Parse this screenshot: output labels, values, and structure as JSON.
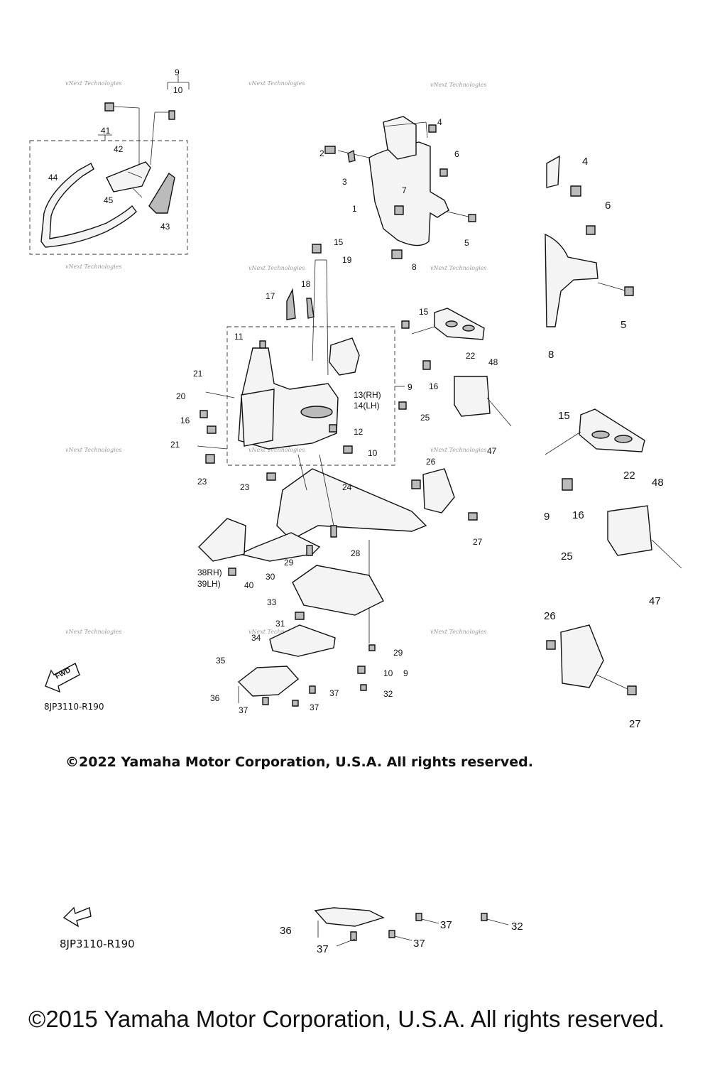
{
  "diagram": {
    "callouts": {
      "c1": "1",
      "c2": "2",
      "c3": "3",
      "c4": "4",
      "c5": "5",
      "c6": "6",
      "c7": "7",
      "c8": "8",
      "c9": "9",
      "c10": "10",
      "c11": "11",
      "c12": "12",
      "c13": "13(RH)",
      "c14": "14(LH)",
      "c15": "15",
      "c16": "16",
      "c17": "17",
      "c18": "18",
      "c19": "19",
      "c20": "20",
      "c21": "21",
      "c22": "22",
      "c23": "23",
      "c24": "24",
      "c25": "25",
      "c26": "26",
      "c27": "27",
      "c28": "28",
      "c29": "29",
      "c30": "30",
      "c31": "31",
      "c32": "32",
      "c33": "33",
      "c34": "34",
      "c35": "35",
      "c36": "36",
      "c37": "37",
      "c38": "38RH)",
      "c39": "39LH)",
      "c40": "40",
      "c41": "41",
      "c42": "42",
      "c43": "43",
      "c44": "44",
      "c45": "45",
      "c47": "47",
      "c48": "48"
    },
    "watermark": "vNext Technologies",
    "fwd_label": "FWD",
    "diagram_code": "8JP3110-R190",
    "copyright_2022": "©2022 Yamaha Motor Corporation, U.S.A. All rights reserved.",
    "copyright_2015": "©2015 Yamaha Motor Corporation, U.S.A. All rights reserved."
  }
}
